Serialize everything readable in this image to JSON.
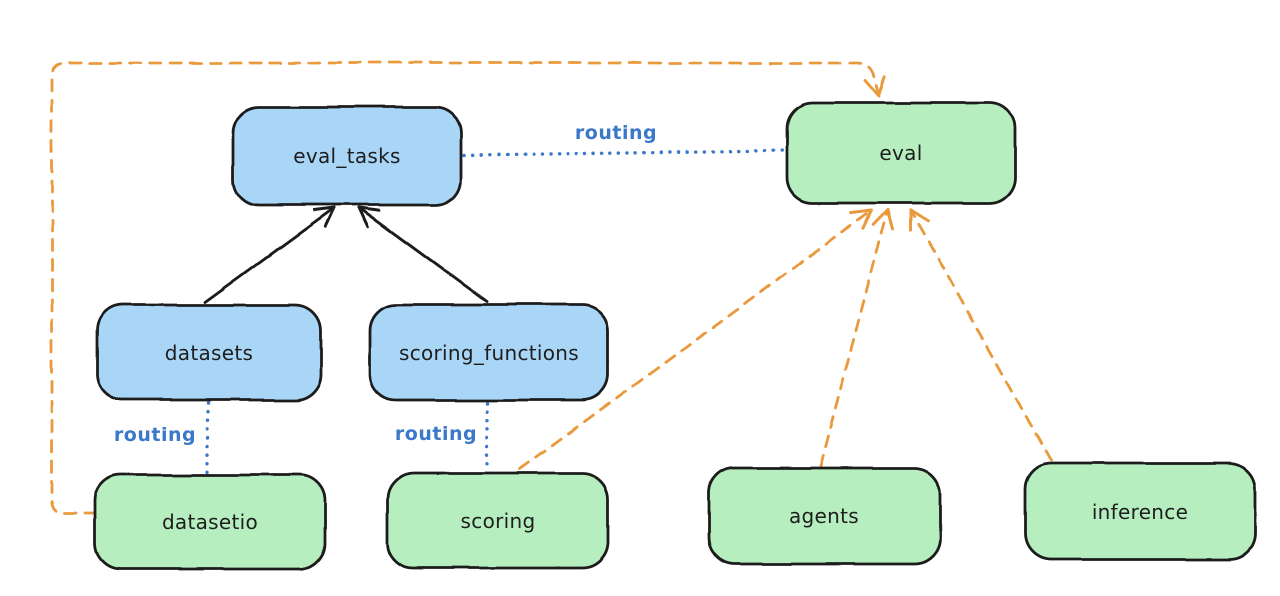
{
  "diagram": {
    "nodes": {
      "eval_tasks": {
        "label": "eval_tasks",
        "color": "blue"
      },
      "eval": {
        "label": "eval",
        "color": "green"
      },
      "datasets": {
        "label": "datasets",
        "color": "blue"
      },
      "scoring_functions": {
        "label": "scoring_functions",
        "color": "blue"
      },
      "datasetio": {
        "label": "datasetio",
        "color": "green"
      },
      "scoring": {
        "label": "scoring",
        "color": "green"
      },
      "agents": {
        "label": "agents",
        "color": "green"
      },
      "inference": {
        "label": "inference",
        "color": "green"
      }
    },
    "edges": [
      {
        "from": "eval_tasks",
        "to": "eval",
        "style": "dotted-blue",
        "label": "routing"
      },
      {
        "from": "datasets",
        "to": "eval_tasks",
        "style": "solid-black"
      },
      {
        "from": "scoring_functions",
        "to": "eval_tasks",
        "style": "solid-black"
      },
      {
        "from": "datasets",
        "to": "datasetio",
        "style": "dotted-blue",
        "label": "routing"
      },
      {
        "from": "scoring_functions",
        "to": "scoring",
        "style": "dotted-blue",
        "label": "routing"
      },
      {
        "from": "datasetio",
        "to": "eval",
        "style": "dashed-orange"
      },
      {
        "from": "scoring",
        "to": "eval",
        "style": "dashed-orange"
      },
      {
        "from": "agents",
        "to": "eval",
        "style": "dashed-orange"
      },
      {
        "from": "inference",
        "to": "eval",
        "style": "dashed-orange"
      }
    ],
    "colors": {
      "background": "#ffffff",
      "outline": "#1e1e1e",
      "blue_fill": "#a9d6f7",
      "green_fill": "#b6eec0",
      "orange_accent": "#e99a3e",
      "blue_accent": "#3b78c9"
    }
  }
}
